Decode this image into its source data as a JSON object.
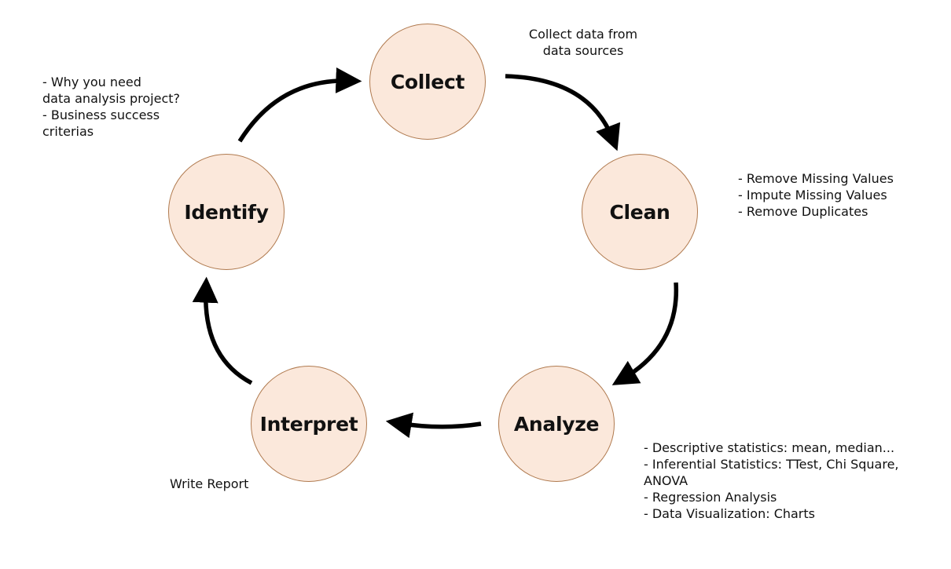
{
  "stages": {
    "collect": "Collect",
    "clean": "Clean",
    "analyze": "Analyze",
    "interpret": "Interpret",
    "identify": "Identify"
  },
  "notes": {
    "collect": [
      "Collect data from",
      "data sources"
    ],
    "identify": [
      "- Why you need",
      "data analysis project?",
      "- Business success",
      "criterias"
    ],
    "clean": [
      "- Remove Missing Values",
      "- Impute Missing Values",
      "- Remove Duplicates"
    ],
    "analyze": [
      "- Descriptive statistics: mean, median...",
      "- Inferential Statistics: TTest, Chi Square,",
      "ANOVA",
      "- Regression Analysis",
      "- Data Visualization: Charts"
    ],
    "interpret": [
      "Write Report"
    ]
  },
  "colors": {
    "node_fill": "#fbe8db",
    "node_border": "#b07a4f",
    "arrow": "#000000"
  }
}
